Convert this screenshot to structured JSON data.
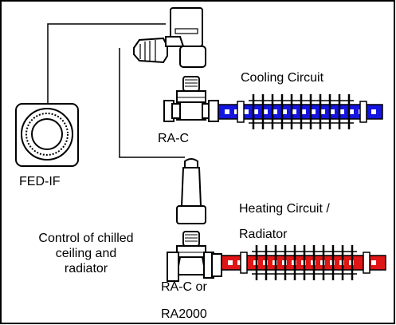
{
  "labels": {
    "cooling_circuit": "Cooling Circuit",
    "heating_circuit_line1": "Heating Circuit /",
    "heating_circuit_line2": "Radiator",
    "fed_if": "FED-IF",
    "ra_c": "RA-C",
    "ra_c_or_line1": "RA-C or",
    "ra_c_or_line2": "RA2000",
    "control_line1": "Control of chilled",
    "control_line2": "ceiling and",
    "control_line3": "radiator"
  },
  "colors": {
    "cooling_pipe": "#1515e0",
    "heating_pipe": "#e01515",
    "outline": "#000000",
    "background": "#ffffff"
  }
}
